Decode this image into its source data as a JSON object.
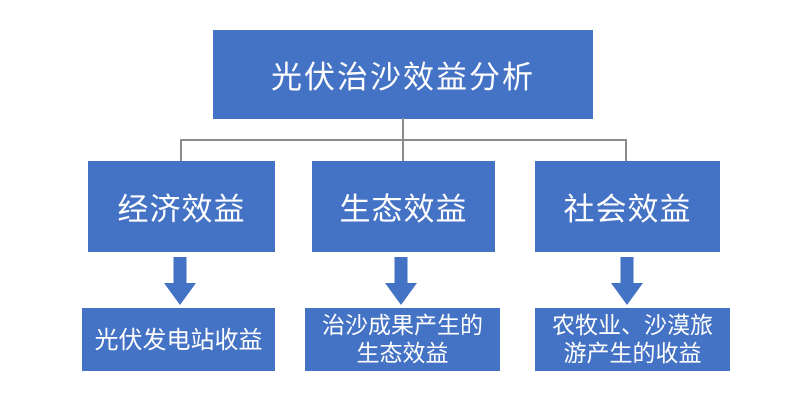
{
  "diagram": {
    "title": "光伏治沙效益分析",
    "branches": [
      {
        "label": "经济效益",
        "child_lines": [
          "光伏发电站收益"
        ]
      },
      {
        "label": "生态效益",
        "child_lines": [
          "治沙成果产生的",
          "生态效益"
        ]
      },
      {
        "label": "社会效益",
        "child_lines": [
          "农牧业、沙漠旅",
          "游产生的收益"
        ]
      }
    ],
    "colors": {
      "node_fill": "#4472c4",
      "node_text": "#ffffff",
      "connector": "#8c8c8c",
      "arrow_fill": "#4472c4",
      "background": "#ffffff"
    }
  }
}
